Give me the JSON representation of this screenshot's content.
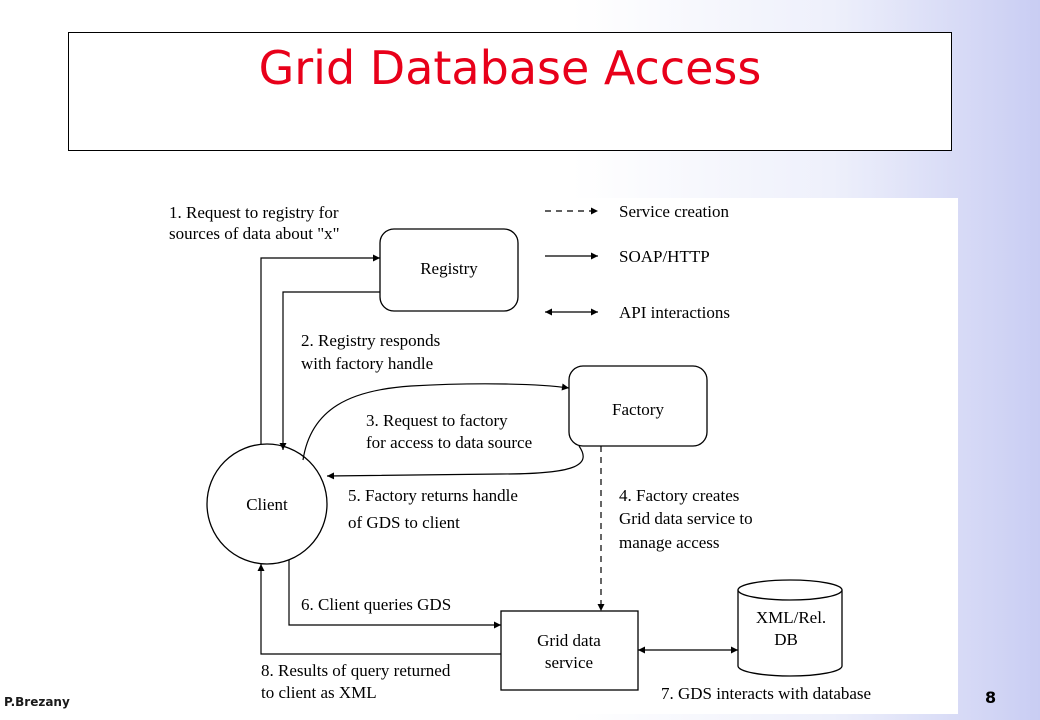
{
  "slide": {
    "title": "Grid Database Access",
    "author": "P.Brezany",
    "page_number": "8"
  },
  "legend": {
    "service_creation": "Service creation",
    "soap_http": "SOAP/HTTP",
    "api_interactions": "API interactions"
  },
  "nodes": {
    "registry": "Registry",
    "factory": "Factory",
    "client": "Client",
    "gds_line1": "Grid data",
    "gds_line2": "service",
    "db_line1": "XML/Rel.",
    "db_line2": "DB"
  },
  "steps": {
    "s1_line1": "1. Request to registry for",
    "s1_line2": "sources of data about \"x\"",
    "s2_line1": "2. Registry responds",
    "s2_line2": "with factory handle",
    "s3_line1": "3. Request to factory",
    "s3_line2": "for access to data source",
    "s4_line1": "4. Factory creates",
    "s4_line2": "Grid data service to",
    "s4_line3": "manage access",
    "s5_line1": "5. Factory returns handle",
    "s5_line2": "of GDS to client",
    "s6": "6. Client queries GDS",
    "s7": "7. GDS interacts with database",
    "s8_line1": "8. Results of query returned",
    "s8_line2": "to client as XML"
  }
}
